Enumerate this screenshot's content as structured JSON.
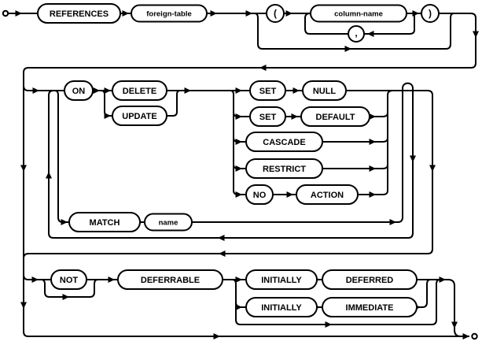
{
  "diagram": {
    "kind": "syntax-railroad-diagram",
    "colors": {
      "line": "#000000",
      "background": "#ffffff"
    },
    "nodes": {
      "references": "REFERENCES",
      "foreign_table": "foreign-table",
      "lparen": "(",
      "column_name": "column-name",
      "comma": ",",
      "rparen": ")",
      "on": "ON",
      "delete": "DELETE",
      "update": "UPDATE",
      "set1": "SET",
      "null": "NULL",
      "set2": "SET",
      "default": "DEFAULT",
      "cascade": "CASCADE",
      "restrict": "RESTRICT",
      "no": "NO",
      "action": "ACTION",
      "match": "MATCH",
      "name": "name",
      "not": "NOT",
      "deferrable": "DEFERRABLE",
      "initially1": "INITIALLY",
      "deferred": "DEFERRED",
      "initially2": "INITIALLY",
      "immediate": "IMMEDIATE"
    }
  }
}
